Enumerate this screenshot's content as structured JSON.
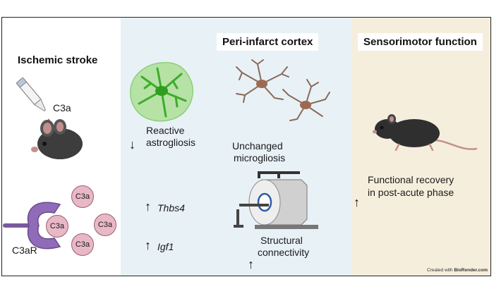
{
  "panels": {
    "stroke": {
      "title": "Ischemic stroke"
    },
    "cortex": {
      "title": "Peri-infarct cortex"
    },
    "sensorimotor": {
      "title": "Sensorimotor function"
    }
  },
  "labels": {
    "c3a_drop": "C3a",
    "c3ar": "C3aR",
    "c3a_bound": "C3a",
    "c3a_b1": "C3a",
    "c3a_b2": "C3a",
    "c3a_b3": "C3a",
    "reactive_1": "Reactive",
    "reactive_2": "astrogliosis",
    "unchanged_1": "Unchanged",
    "unchanged_2": "microgliosis",
    "thbs4": "Thbs4",
    "igf1": "Igf1",
    "structural_1": "Structural",
    "structural_2": "connectivity",
    "functional_1": "Functional recovery",
    "functional_2": "in post-acute phase"
  },
  "arrows": {
    "down": "↓",
    "up": "↑"
  },
  "credit": {
    "prefix": "Created with ",
    "brand": "BioRender.com"
  },
  "icons": [
    "pipette-icon",
    "mouse-icon",
    "receptor-icon",
    "astrocyte-icon",
    "microglia-icon",
    "mri-scanner-icon"
  ],
  "colors": {
    "panel_left": "#ffffff",
    "panel_middle": "#e8f1f6",
    "panel_right": "#f6eedc",
    "astrocyte": "#5dc04a",
    "microglia": "#8a6a5a",
    "receptor": "#7a5a9e",
    "c3a": "#e8b8c6"
  }
}
